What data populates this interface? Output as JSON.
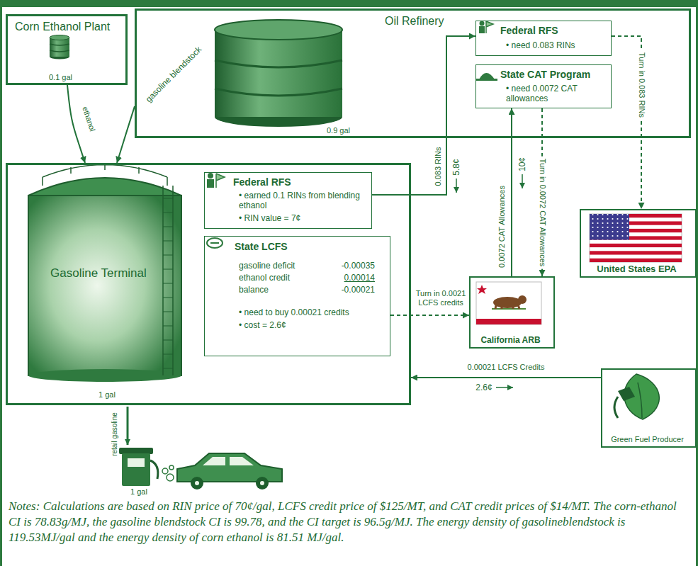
{
  "diagram": {
    "nodes": [
      {
        "text": [
          "Corn Ethanol Plant",
          "0.1 gal"
        ]
      },
      {
        "text": [
          "Oil Refinery",
          "0.9 gal"
        ]
      },
      {
        "text": [
          "Federal RFS",
          "• need 0.083 RINs"
        ],
        "in": 1
      },
      {
        "text": [
          "State CAT Program",
          "• need 0.0072 CAT allowances"
        ],
        "in": 1
      },
      {
        "text": [
          "Gasoline Terminal",
          "1 gal"
        ]
      },
      {
        "text": [
          "Federal RFS",
          "• earned 0.1 RINs from blending ethanol",
          "• RIN value = 7¢"
        ],
        "in": 4
      },
      {
        "text": [
          "State LCFS",
          "gasoline deficit",
          "-0.00035",
          "ethanol credit",
          "0.00014",
          "balance",
          "-0.00021",
          "• need to buy 0.00021 credits",
          "• cost = 2.6¢"
        ],
        "in": 4
      },
      {
        "text": [
          "United States EPA"
        ]
      },
      {
        "text": [
          "California ARB"
        ]
      },
      {
        "text": [
          "Green Fuel Producer"
        ]
      }
    ],
    "edges": [
      {
        "from": 0,
        "to": 4,
        "label": "ethanol",
        "arrow": "to"
      },
      {
        "from": 1,
        "to": 4,
        "label": "gasoline blendstock",
        "arrow": "to"
      },
      {
        "from": 5,
        "to": 2,
        "label": "0.083 RINs",
        "arrow": "to"
      },
      {
        "from": 2,
        "to": 7,
        "label": "Turn in 0.083 RINs",
        "arrow": "to"
      },
      {
        "from": 8,
        "to": 3,
        "label": "0.0072 CAT Allowances",
        "arrow": "to"
      },
      {
        "from": 3,
        "to": 8,
        "label": "Turn in 0.0072 CAT Allowances",
        "arrow": "to"
      },
      {
        "from": 6,
        "to": 8,
        "label": "Turn in 0.0021 LCFS credits",
        "arrow": "to"
      },
      {
        "from": 9,
        "to": 4,
        "label": "0.00021 LCFS Credits",
        "arrow": "to"
      }
    ],
    "labels": [
      "retail gasoline",
      "1 gal",
      "5.8¢",
      "10¢",
      "2.6¢",
      "Notes: Calculations are based on RIN price of 70¢/gal, LCFS credit price of $125/MT, and CAT credit prices of $14/MT. The corn-ethanol CI is 78.83g/MJ, the gasoline blendstock CI is 99.78, and the CI target is 96.5g/MJ. The energy density of gasolineblendstock is 119.53MJ/gal and the energy density of corn ethanol is 81.51 MJ/gal."
    ]
  }
}
